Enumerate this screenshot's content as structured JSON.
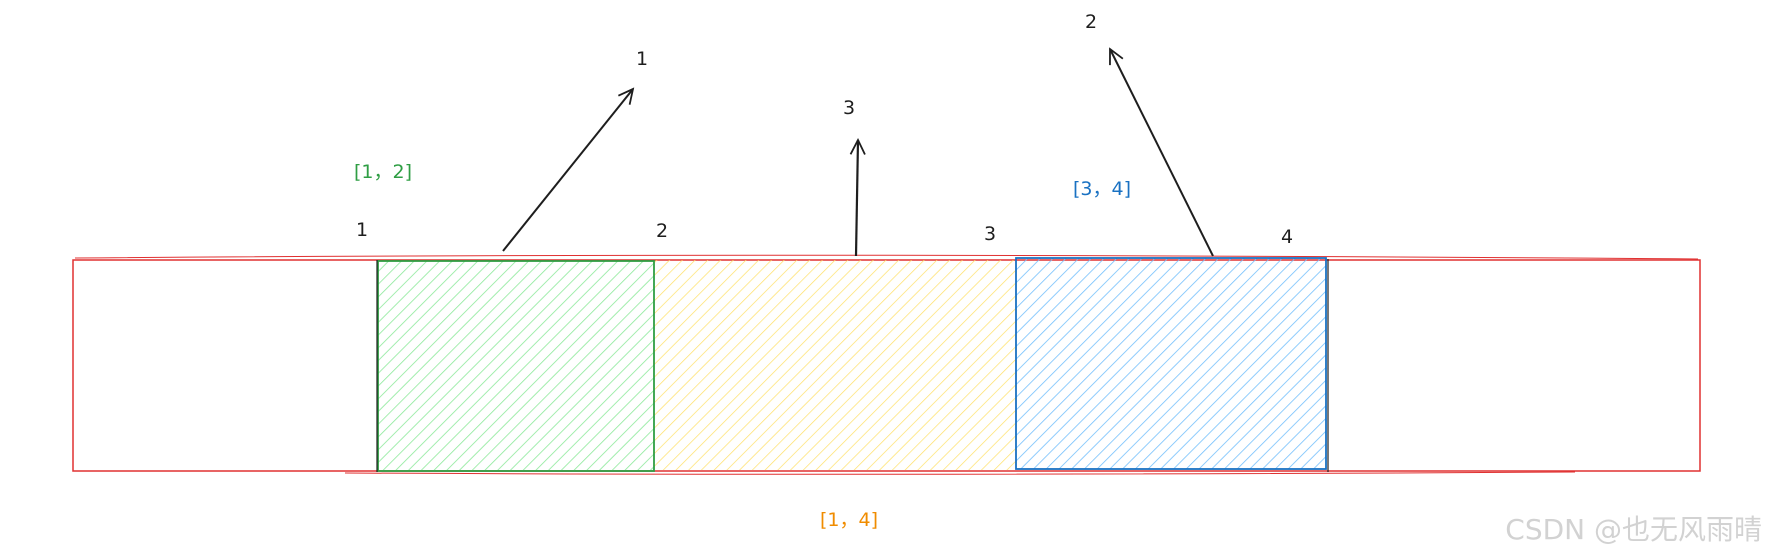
{
  "labels": {
    "arrow_left": "1",
    "arrow_middle": "3",
    "arrow_right": "2",
    "position_1": "1",
    "position_2": "2",
    "position_3": "3",
    "position_4": "4"
  },
  "ranges": {
    "left": "[1，2]",
    "right": "[3，4]",
    "bottom": "[1，4]"
  },
  "watermark": "CSDN @也无风雨晴",
  "colors": {
    "outer_border": "#e03131",
    "green": "#2f9e44",
    "green_fill": "#b2f2bb",
    "yellow_fill": "#ffec99",
    "blue": "#1971c2",
    "blue_fill": "#a5d8ff",
    "orange": "#f08c00",
    "ink": "#1e1e1e"
  }
}
